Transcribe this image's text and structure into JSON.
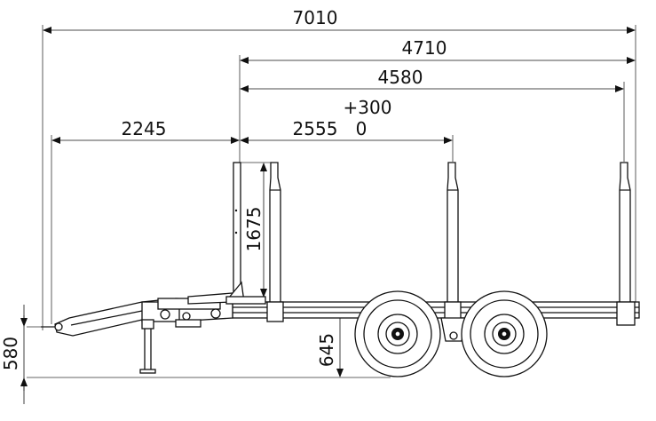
{
  "drawing": {
    "dimensions": {
      "overall_length": "7010",
      "length_4710": "4710",
      "length_4580": "4580",
      "tolerance_plus": "+300",
      "tolerance_zero": "0",
      "length_2555": "2555",
      "length_2245": "2245",
      "height_1675": "1675",
      "height_645": "645",
      "height_580": "580"
    }
  }
}
